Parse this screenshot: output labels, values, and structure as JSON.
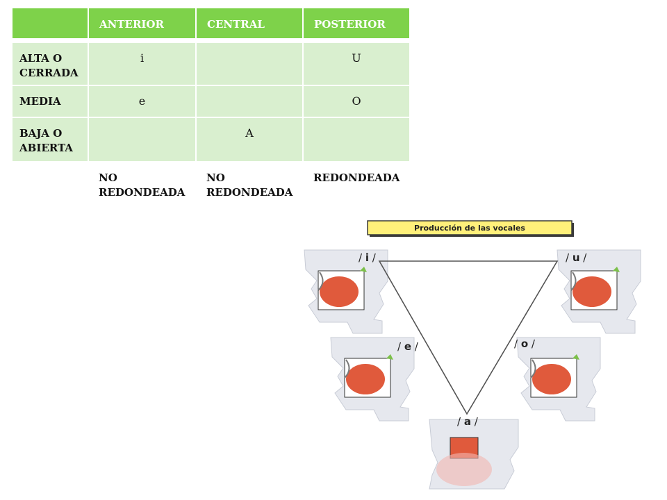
{
  "table": {
    "headers": [
      "",
      "ANTERIOR",
      "CENTRAL",
      "POSTERIOR"
    ],
    "rows": [
      {
        "label": "ALTA O\nCERRADA",
        "cells": [
          "i",
          "",
          "U"
        ]
      },
      {
        "label": "MEDIA",
        "cells": [
          "e",
          "",
          "O"
        ]
      },
      {
        "label": "BAJA O\nABIERTA",
        "cells": [
          "",
          "A",
          ""
        ]
      }
    ],
    "rounding": [
      "",
      "NO\nREDONDEADA",
      "NO\nREDONDEADA",
      "REDONDEADA"
    ]
  },
  "diagram": {
    "banner": "Producción  de las vocales",
    "vowels": {
      "i": {
        "pre": "/ ",
        "v": "i",
        "post": " /"
      },
      "u": {
        "pre": "/ ",
        "v": "u",
        "post": " /"
      },
      "e": {
        "pre": "/ ",
        "v": "e",
        "post": " /"
      },
      "o": {
        "pre": "/ ",
        "v": "o",
        "post": " /"
      },
      "a": {
        "pre": "/ ",
        "v": "a",
        "post": " /"
      }
    },
    "colors": {
      "banner_fill": "#fff07a",
      "banner_border": "#3a3a3a",
      "tongue": "#e05a3c",
      "head": "#e6e8ee",
      "mouth": "#ffffff",
      "line": "#555555"
    }
  }
}
